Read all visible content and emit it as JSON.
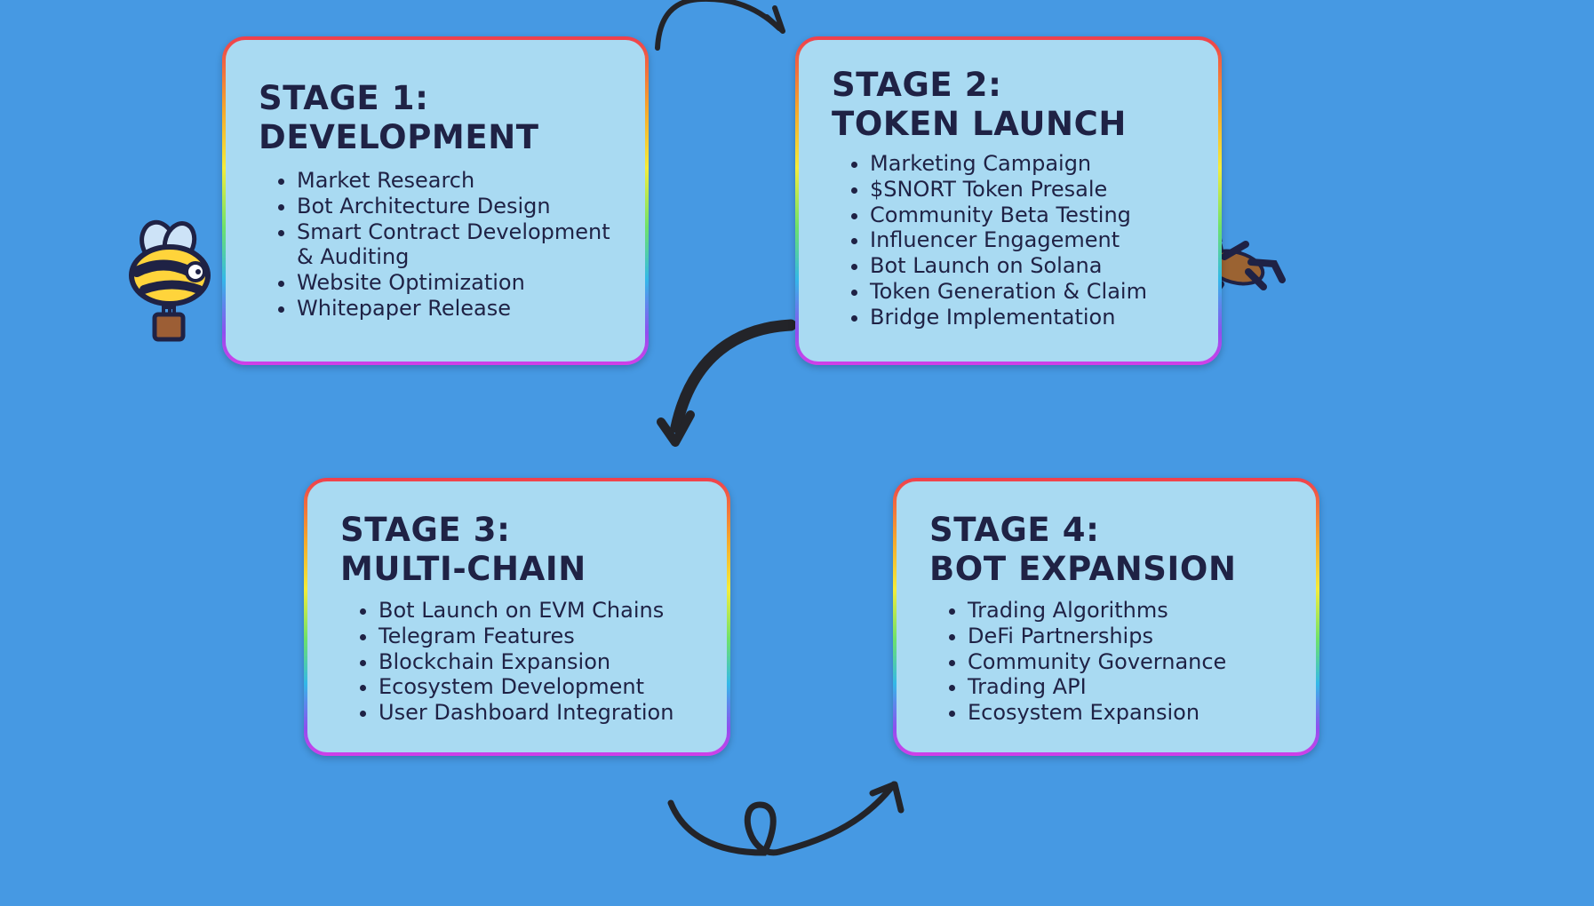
{
  "stages": [
    {
      "title_line1": "Stage 1:",
      "title_line2": "Development",
      "items": [
        "Market Research",
        "Bot Architecture Design",
        "Smart Contract Development & Auditing",
        "Website Optimization",
        "Whitepaper Release"
      ]
    },
    {
      "title_line1": "Stage 2:",
      "title_line2": "Token Launch",
      "items": [
        "Marketing Campaign",
        "$SNORT Token Presale",
        "Community Beta Testing",
        "Influencer Engagement",
        "Bot Launch on Solana",
        "Token Generation & Claim",
        "Bridge Implementation"
      ]
    },
    {
      "title_line1": "Stage 3:",
      "title_line2": "Multi-Chain",
      "items": [
        "Bot Launch on EVM Chains",
        "Telegram Features",
        "Blockchain Expansion",
        "Ecosystem Development",
        "User Dashboard Integration"
      ]
    },
    {
      "title_line1": "Stage 4:",
      "title_line2": "Bot Expansion",
      "items": [
        "Trading Algorithms",
        "DeFi Partnerships",
        "Community Governance",
        "Trading API",
        "Ecosystem Expansion"
      ]
    }
  ],
  "colors": {
    "background": "#4699e3",
    "card": "#a9daf2",
    "text": "#1f2245",
    "arrow": "#232429"
  },
  "icons": {
    "bee": "bee-with-briefcase-icon",
    "dog": "flying-dog-icon",
    "arrows": "curved-arrow-icon"
  }
}
